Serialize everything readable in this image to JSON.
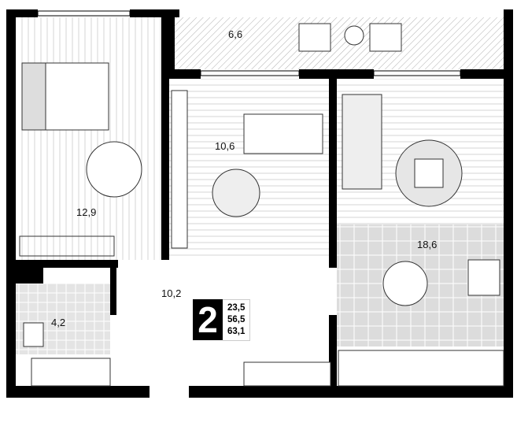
{
  "plan": {
    "rooms": {
      "balcony": "6,6",
      "bedroom_main": "12,9",
      "bedroom_second": "10,6",
      "living_kitchen": "18,6",
      "hallway": "10,2",
      "bathroom": "4,2"
    },
    "badge": {
      "rooms_count": "2",
      "living_area": "23,5",
      "total_area": "56,5",
      "total_with_balcony": "63,1"
    },
    "colors": {
      "wall": "#000000",
      "tile": "#d9d9d9",
      "floor_lines": "#cfcfcf"
    }
  }
}
